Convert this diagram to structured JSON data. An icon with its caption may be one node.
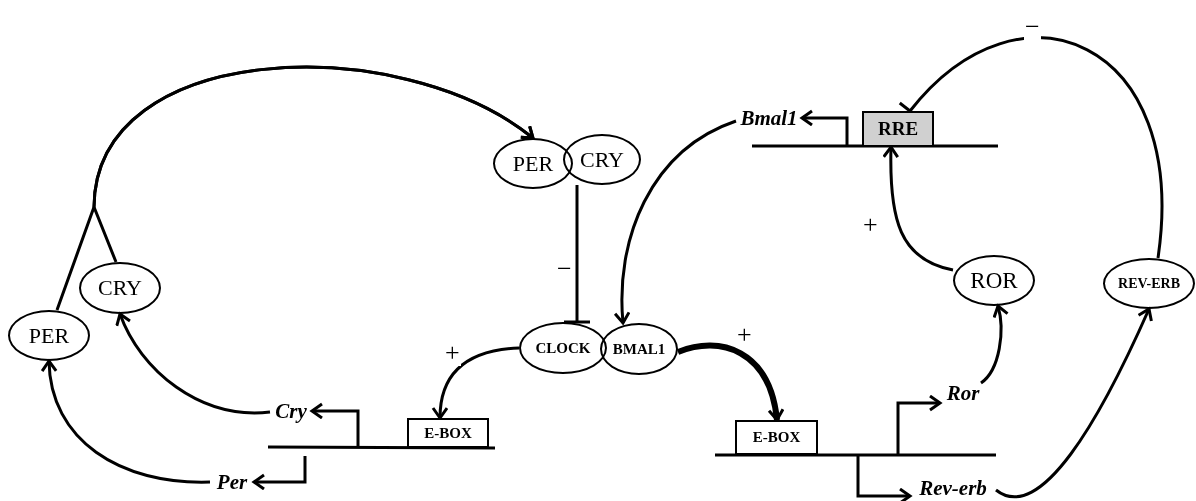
{
  "diagram": {
    "nodes": [
      {
        "text": [
          "PER"
        ]
      },
      {
        "text": [
          "CRY"
        ]
      },
      {
        "text": [
          "CLOCK"
        ]
      },
      {
        "text": [
          "BMAL1"
        ]
      },
      {
        "text": [
          "E-BOX"
        ]
      },
      {
        "text": [
          "Cry"
        ]
      },
      {
        "text": [
          "Per"
        ]
      },
      {
        "text": [
          "CRY"
        ]
      },
      {
        "text": [
          "PER"
        ]
      },
      {
        "text": [
          "Bmal1"
        ]
      },
      {
        "text": [
          "RRE"
        ]
      },
      {
        "text": [
          "ROR"
        ]
      },
      {
        "text": [
          "REV-ERB"
        ]
      },
      {
        "text": [
          "E-BOX"
        ]
      },
      {
        "text": [
          "Ror"
        ]
      },
      {
        "text": [
          "Rev-erb"
        ]
      }
    ],
    "edges": [
      {
        "from": 8,
        "to": 0,
        "arrow": "to"
      },
      {
        "from": 7,
        "to": 0,
        "arrow": "to"
      },
      {
        "from": 1,
        "to": 2,
        "arrow": "other",
        "label": "−"
      },
      {
        "from": 2,
        "to": 4,
        "arrow": "to",
        "label": "+"
      },
      {
        "from": 5,
        "to": 7,
        "arrow": "to"
      },
      {
        "from": 6,
        "to": 8,
        "arrow": "to"
      },
      {
        "from": null,
        "to": 5,
        "arrow": "to"
      },
      {
        "from": null,
        "to": 6,
        "arrow": "to"
      },
      {
        "from": null,
        "to": 9,
        "arrow": "to"
      },
      {
        "from": 9,
        "to": 3,
        "arrow": "to"
      },
      {
        "from": 3,
        "to": 13,
        "arrow": "to",
        "label": "+",
        "style": "thick"
      },
      {
        "from": null,
        "to": 14,
        "arrow": "to"
      },
      {
        "from": 14,
        "to": 11,
        "arrow": "to"
      },
      {
        "from": 11,
        "to": 10,
        "arrow": "to",
        "label": "+"
      },
      {
        "from": null,
        "to": 15,
        "arrow": "to"
      },
      {
        "from": 15,
        "to": 12,
        "arrow": "to"
      },
      {
        "from": 12,
        "to": 10,
        "arrow": "other",
        "label": "−"
      }
    ]
  }
}
